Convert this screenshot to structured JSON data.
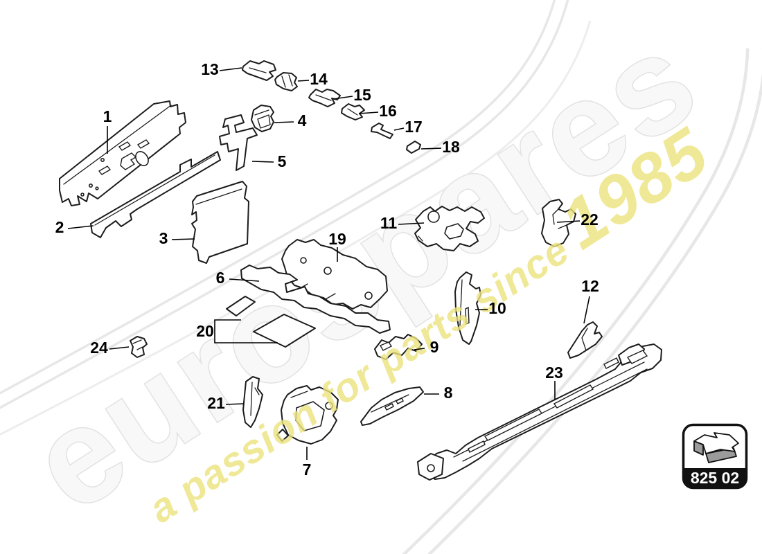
{
  "watermark": {
    "brand": "eurospares",
    "tagline": "a passion for parts since",
    "year": "1985"
  },
  "badge": {
    "code": "825 02",
    "icon": "part-location-arrow"
  },
  "parts": [
    {
      "number": "1"
    },
    {
      "number": "2"
    },
    {
      "number": "3"
    },
    {
      "number": "4"
    },
    {
      "number": "5"
    },
    {
      "number": "6"
    },
    {
      "number": "7"
    },
    {
      "number": "8"
    },
    {
      "number": "9"
    },
    {
      "number": "10"
    },
    {
      "number": "11"
    },
    {
      "number": "12"
    },
    {
      "number": "13"
    },
    {
      "number": "14"
    },
    {
      "number": "15"
    },
    {
      "number": "16"
    },
    {
      "number": "17"
    },
    {
      "number": "18"
    },
    {
      "number": "19"
    },
    {
      "number": "20"
    },
    {
      "number": "21"
    },
    {
      "number": "22"
    },
    {
      "number": "23"
    },
    {
      "number": "24"
    }
  ]
}
